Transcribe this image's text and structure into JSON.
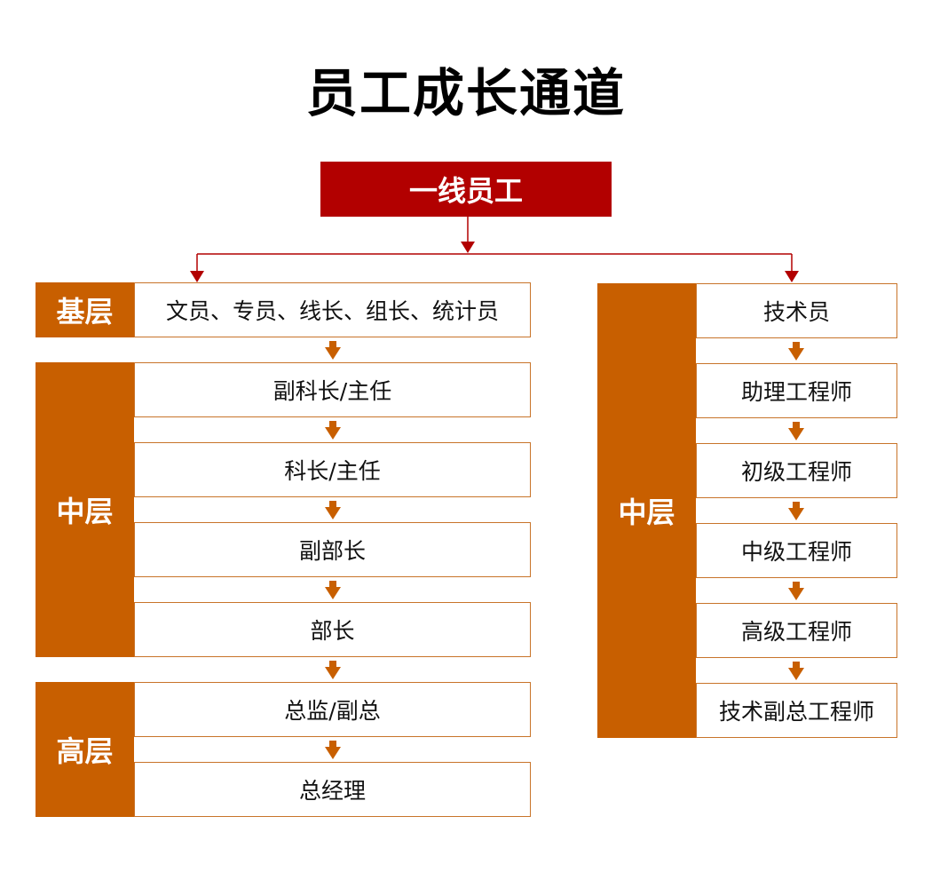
{
  "title": "员工成长通道",
  "root": "一线员工",
  "colors": {
    "root": "#b20000",
    "band": "#c85f00",
    "arrow": "#c85f00",
    "connector": "#b20000",
    "box_border": "#c8742a"
  },
  "left": {
    "bands": [
      {
        "label": "基层",
        "items": [
          "文员、专员、线长、组长、统计员"
        ]
      },
      {
        "label": "中层",
        "items": [
          "副科长/主任",
          "科长/主任",
          "副部长",
          "部长"
        ]
      },
      {
        "label": "高层",
        "items": [
          "总监/副总",
          "总经理"
        ]
      }
    ]
  },
  "right": {
    "band": "中层",
    "items": [
      "技术员",
      "助理工程师",
      "初级工程师",
      "中级工程师",
      "高级工程师",
      "技术副总工程师"
    ]
  }
}
